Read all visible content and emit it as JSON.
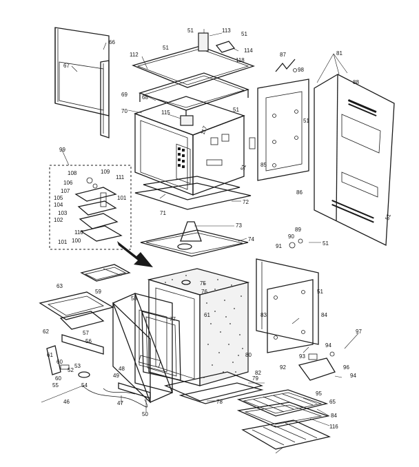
{
  "callouts": {
    "c51a": "51",
    "c113": "113",
    "c51b": "51",
    "c66": "66",
    "c114": "114",
    "c51c": "51",
    "c118": "118",
    "c87": "87",
    "c81": "81",
    "c67": "67",
    "c112": "112",
    "c98": "98",
    "c88": "88",
    "c68": "68",
    "c69": "69",
    "c51d": "51",
    "c70": "70",
    "c115": "115",
    "c117": "117",
    "c51e": "51",
    "c85": "85",
    "c86": "86",
    "c51f": "51",
    "c99": "99",
    "c108": "108",
    "c109": "109",
    "c106": "106",
    "c111": "111",
    "c107": "107",
    "c105": "105",
    "c104": "104",
    "c101a": "101",
    "c103": "103",
    "c102": "102",
    "c110": "110",
    "c100": "100",
    "c101b": "101",
    "c71": "71",
    "c72": "72",
    "c73": "73",
    "c74": "74",
    "c89": "89",
    "c90": "90",
    "c91": "91",
    "c51g": "51",
    "c51h": "51",
    "c75": "75",
    "c76": "76",
    "c59": "59",
    "c63": "63",
    "c58": "58",
    "c77": "77",
    "c61a": "61",
    "c83": "83",
    "c84": "84",
    "c62": "62",
    "c57": "57",
    "c56": "56",
    "c97": "97",
    "c94a": "94",
    "c80": "80",
    "c61b": "61",
    "c60a": "60",
    "c93": "93",
    "c96": "96",
    "c92": "92",
    "c82": "82",
    "c52": "52",
    "c60b": "60",
    "c55": "55",
    "c53": "53",
    "c54": "54",
    "c48": "48",
    "c49": "49",
    "c79": "79",
    "c94b": "94",
    "c95": "95",
    "c65": "65",
    "c78": "78",
    "c46": "46",
    "c47": "47",
    "c50": "50",
    "c84b": "84",
    "c116": "116"
  }
}
